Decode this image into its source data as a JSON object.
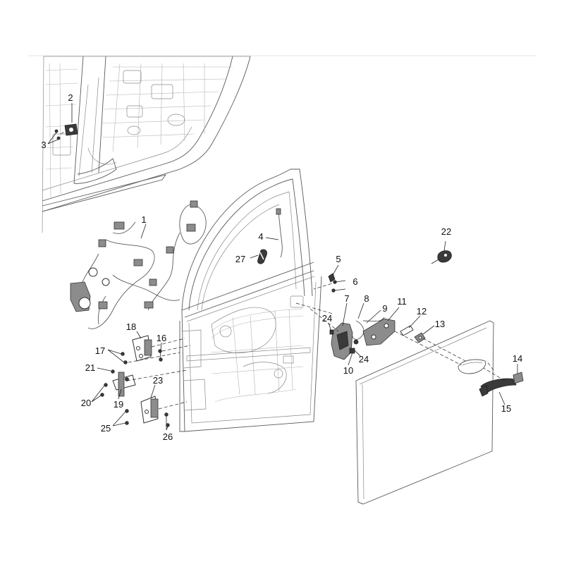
{
  "callouts": [
    {
      "id": "c1",
      "label": "1"
    },
    {
      "id": "c2",
      "label": "2"
    },
    {
      "id": "c3",
      "label": "3"
    },
    {
      "id": "c4",
      "label": "4"
    },
    {
      "id": "c5",
      "label": "5"
    },
    {
      "id": "c6",
      "label": "6"
    },
    {
      "id": "c7",
      "label": "7"
    },
    {
      "id": "c8",
      "label": "8"
    },
    {
      "id": "c9",
      "label": "9"
    },
    {
      "id": "c10",
      "label": "10"
    },
    {
      "id": "c11",
      "label": "11"
    },
    {
      "id": "c12",
      "label": "12"
    },
    {
      "id": "c13",
      "label": "13"
    },
    {
      "id": "c14",
      "label": "14"
    },
    {
      "id": "c15",
      "label": "15"
    },
    {
      "id": "c16",
      "label": "16"
    },
    {
      "id": "c17",
      "label": "17"
    },
    {
      "id": "c18",
      "label": "18"
    },
    {
      "id": "c19",
      "label": "19"
    },
    {
      "id": "c20",
      "label": "20"
    },
    {
      "id": "c21",
      "label": "21"
    },
    {
      "id": "c22",
      "label": "22"
    },
    {
      "id": "c23",
      "label": "23"
    },
    {
      "id": "c24a",
      "label": "24"
    },
    {
      "id": "c24b",
      "label": "24"
    },
    {
      "id": "c25",
      "label": "25"
    },
    {
      "id": "c26",
      "label": "26"
    },
    {
      "id": "c27",
      "label": "27"
    }
  ],
  "colors": {
    "line": "#5a5a5a",
    "background": "#ffffff",
    "text": "#111111"
  }
}
